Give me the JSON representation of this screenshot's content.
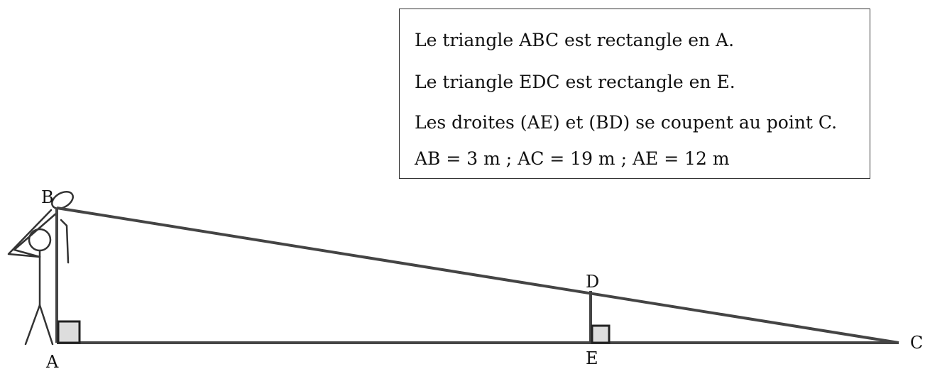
{
  "statement": {
    "line1": "Le triangle ABC est rectangle en A.",
    "line2": "Le triangle EDC est rectangle en E.",
    "line3": "Les droites (AE) et (BD) se coupent au point C.",
    "line4": "AB = 3 m ; AC = 19 m ; AE = 12 m"
  },
  "points": {
    "A": "A",
    "B": "B",
    "C": "C",
    "D": "D",
    "E": "E"
  },
  "colors": {
    "line": "#444444",
    "right_angle_fill": "#dddddd",
    "right_angle_stroke": "#222222",
    "figure_stroke": "#333333"
  }
}
